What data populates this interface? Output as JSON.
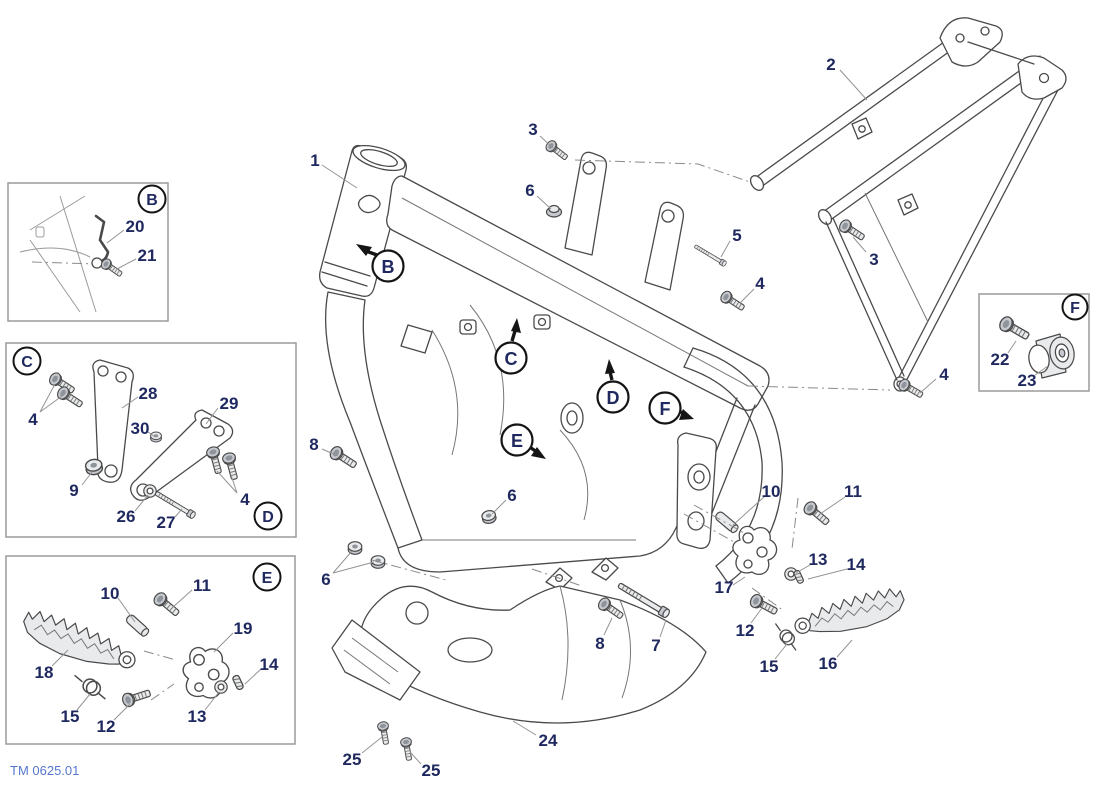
{
  "figure": {
    "ref_code": "TM 0625.01"
  },
  "colors": {
    "label": "#20295f",
    "line": "#4a4a4a",
    "leader": "#949494",
    "ref": "#5577cc"
  },
  "main": {
    "callout_letters": {
      "b": "B",
      "c": "C",
      "d": "D",
      "e": "E",
      "f": "F"
    },
    "labels": {
      "l1": "1",
      "l2": "2",
      "l3a": "3",
      "l6a": "6",
      "l5": "5",
      "l4a": "4",
      "l3b": "3",
      "l4b": "4",
      "l8a": "8",
      "l6b": "6",
      "l6c": "6",
      "l10": "10",
      "l11": "11",
      "l17": "17",
      "l13": "13",
      "l14": "14",
      "l12": "12",
      "l15": "15",
      "l16": "16",
      "l8b": "8",
      "l7": "7",
      "l24": "24",
      "l25a": "25",
      "l25b": "25"
    }
  },
  "box_b": {
    "letter": "B",
    "labels": {
      "l20": "20",
      "l21": "21"
    }
  },
  "box_cd": {
    "letter_c": "C",
    "letter_d": "D",
    "labels": {
      "l4a": "4",
      "l28": "28",
      "l30": "30",
      "l29": "29",
      "l9": "9",
      "l26": "26",
      "l27": "27",
      "l4b": "4"
    }
  },
  "box_e": {
    "letter": "E",
    "labels": {
      "l10": "10",
      "l11": "11",
      "l19": "19",
      "l18": "18",
      "l14": "14",
      "l15": "15",
      "l12": "12",
      "l13": "13"
    }
  },
  "box_f": {
    "letter": "F",
    "labels": {
      "l22": "22",
      "l23": "23"
    }
  }
}
